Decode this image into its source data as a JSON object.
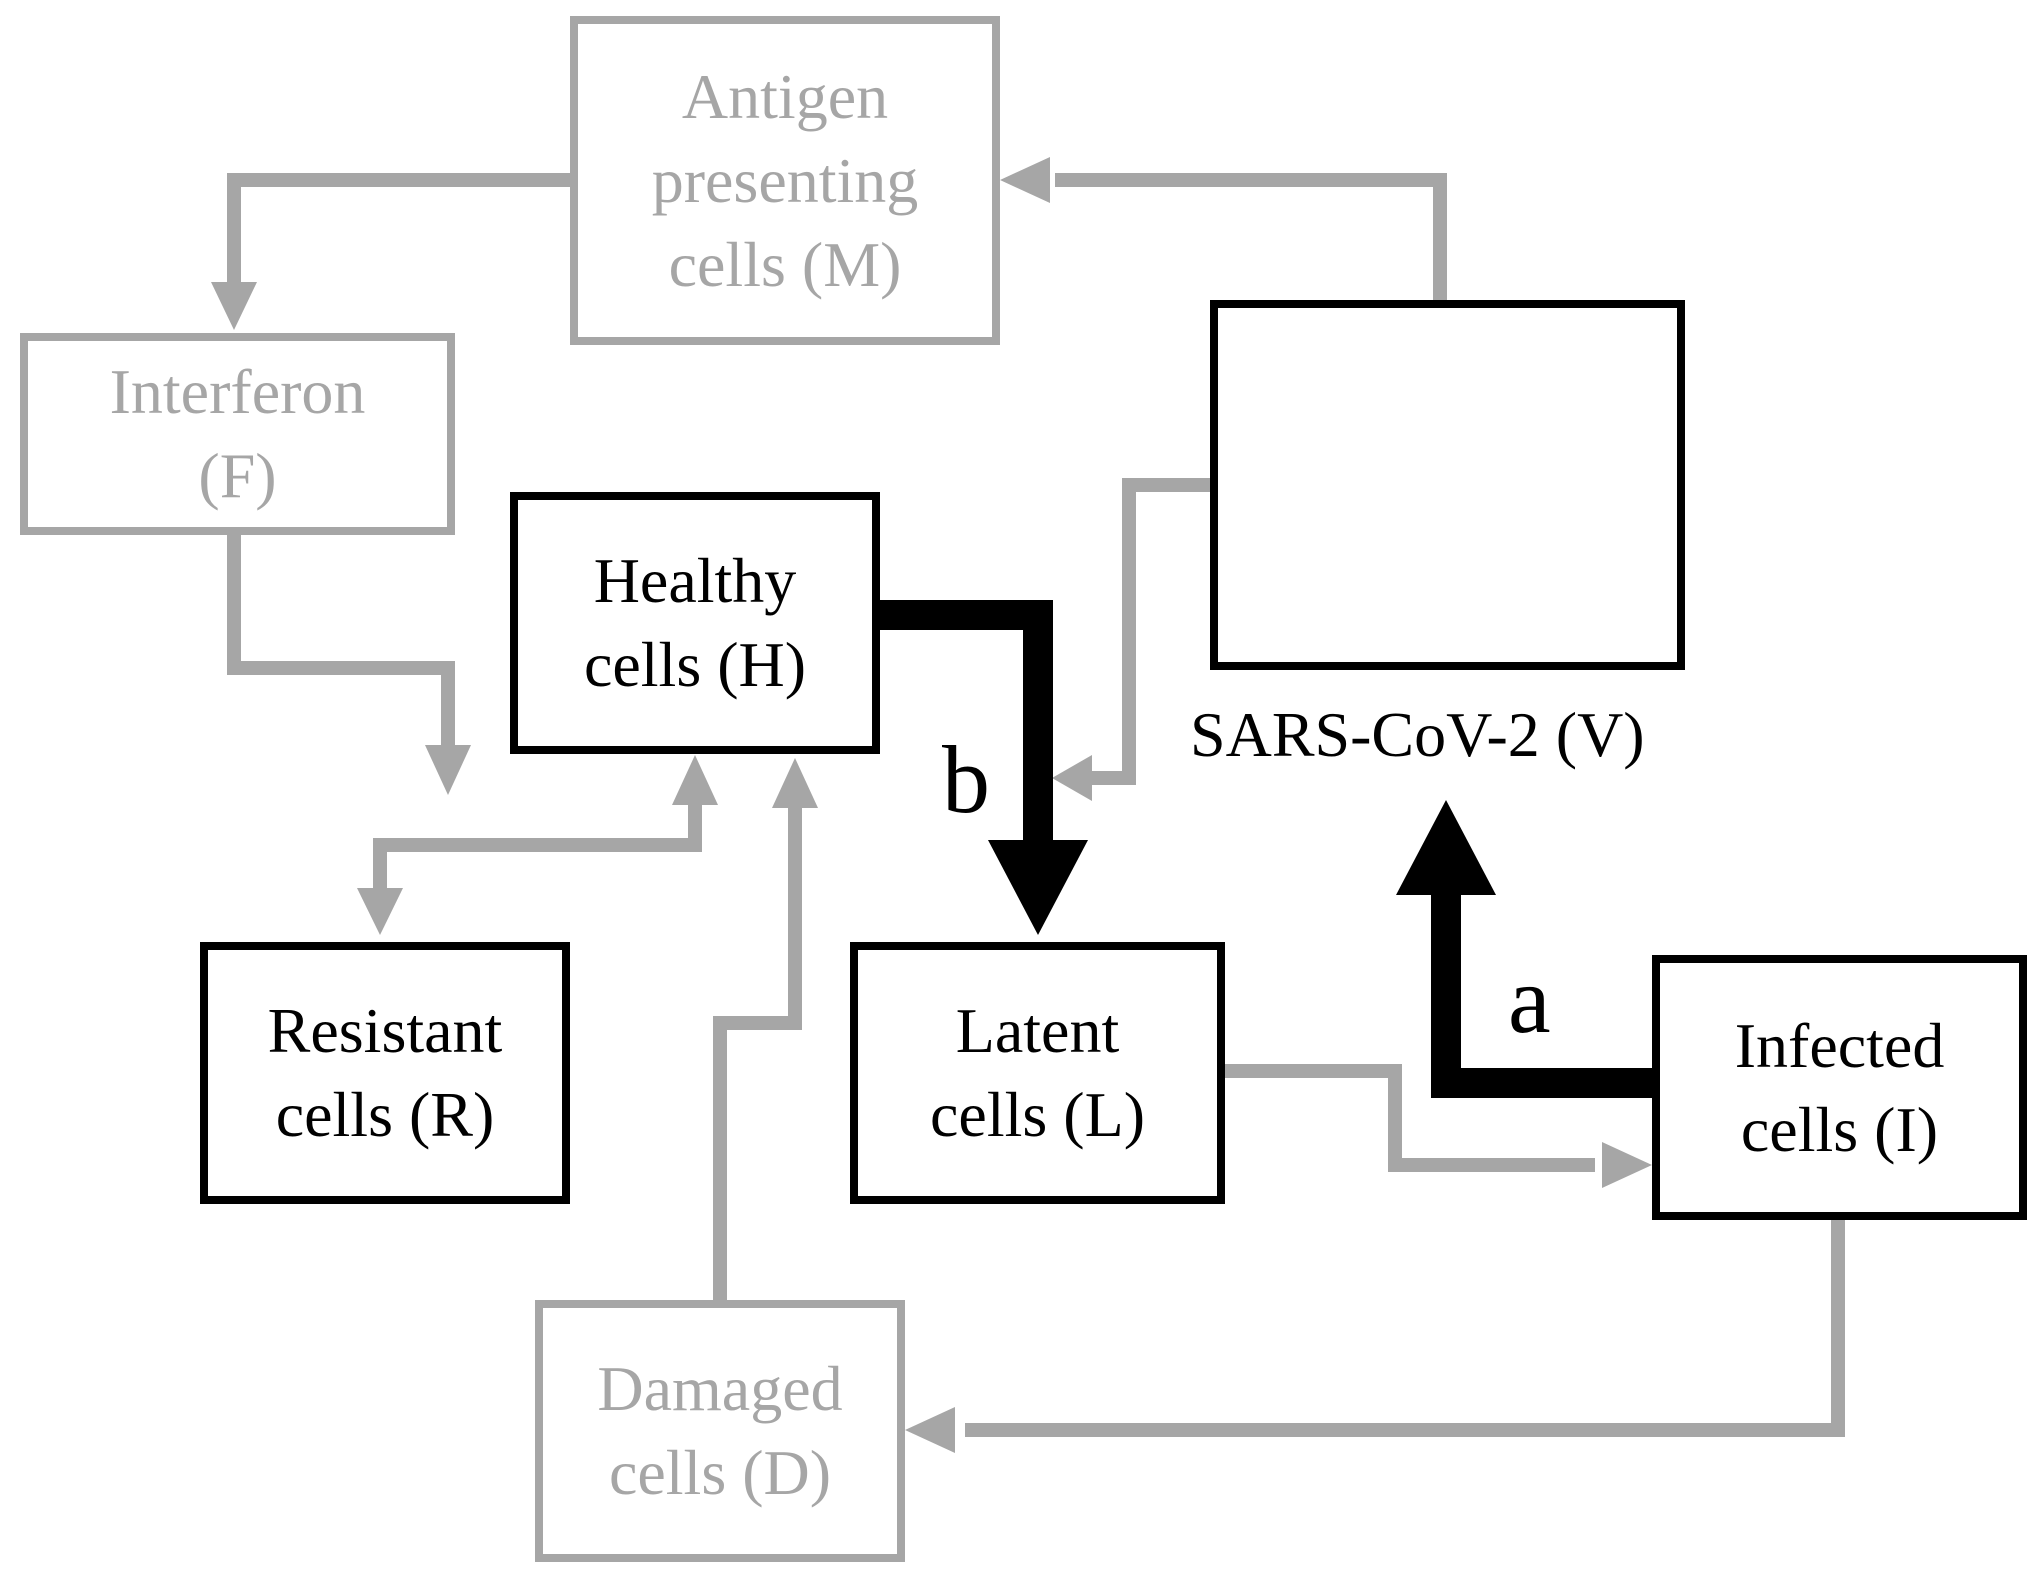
{
  "nodes": {
    "antigen": {
      "label": "Antigen\npresenting\ncells (M)"
    },
    "interferon": {
      "label": "Interferon\n(F)"
    },
    "healthy": {
      "label": "Healthy\ncells (H)"
    },
    "virus": {
      "label": "SARS-CoV-2 (V)",
      "icon": "virus-icon"
    },
    "resistant": {
      "label": "Resistant\ncells (R)"
    },
    "latent": {
      "label": "Latent\ncells (L)"
    },
    "infected": {
      "label": "Infected\ncells (I)"
    },
    "damaged": {
      "label": "Damaged\ncells (D)"
    }
  },
  "edges": {
    "b": "b",
    "a": "a"
  },
  "colors": {
    "gray": "#a6a6a6",
    "black": "#000000",
    "virus_body": "#c0272d",
    "virus_spike": "#e0c000"
  }
}
